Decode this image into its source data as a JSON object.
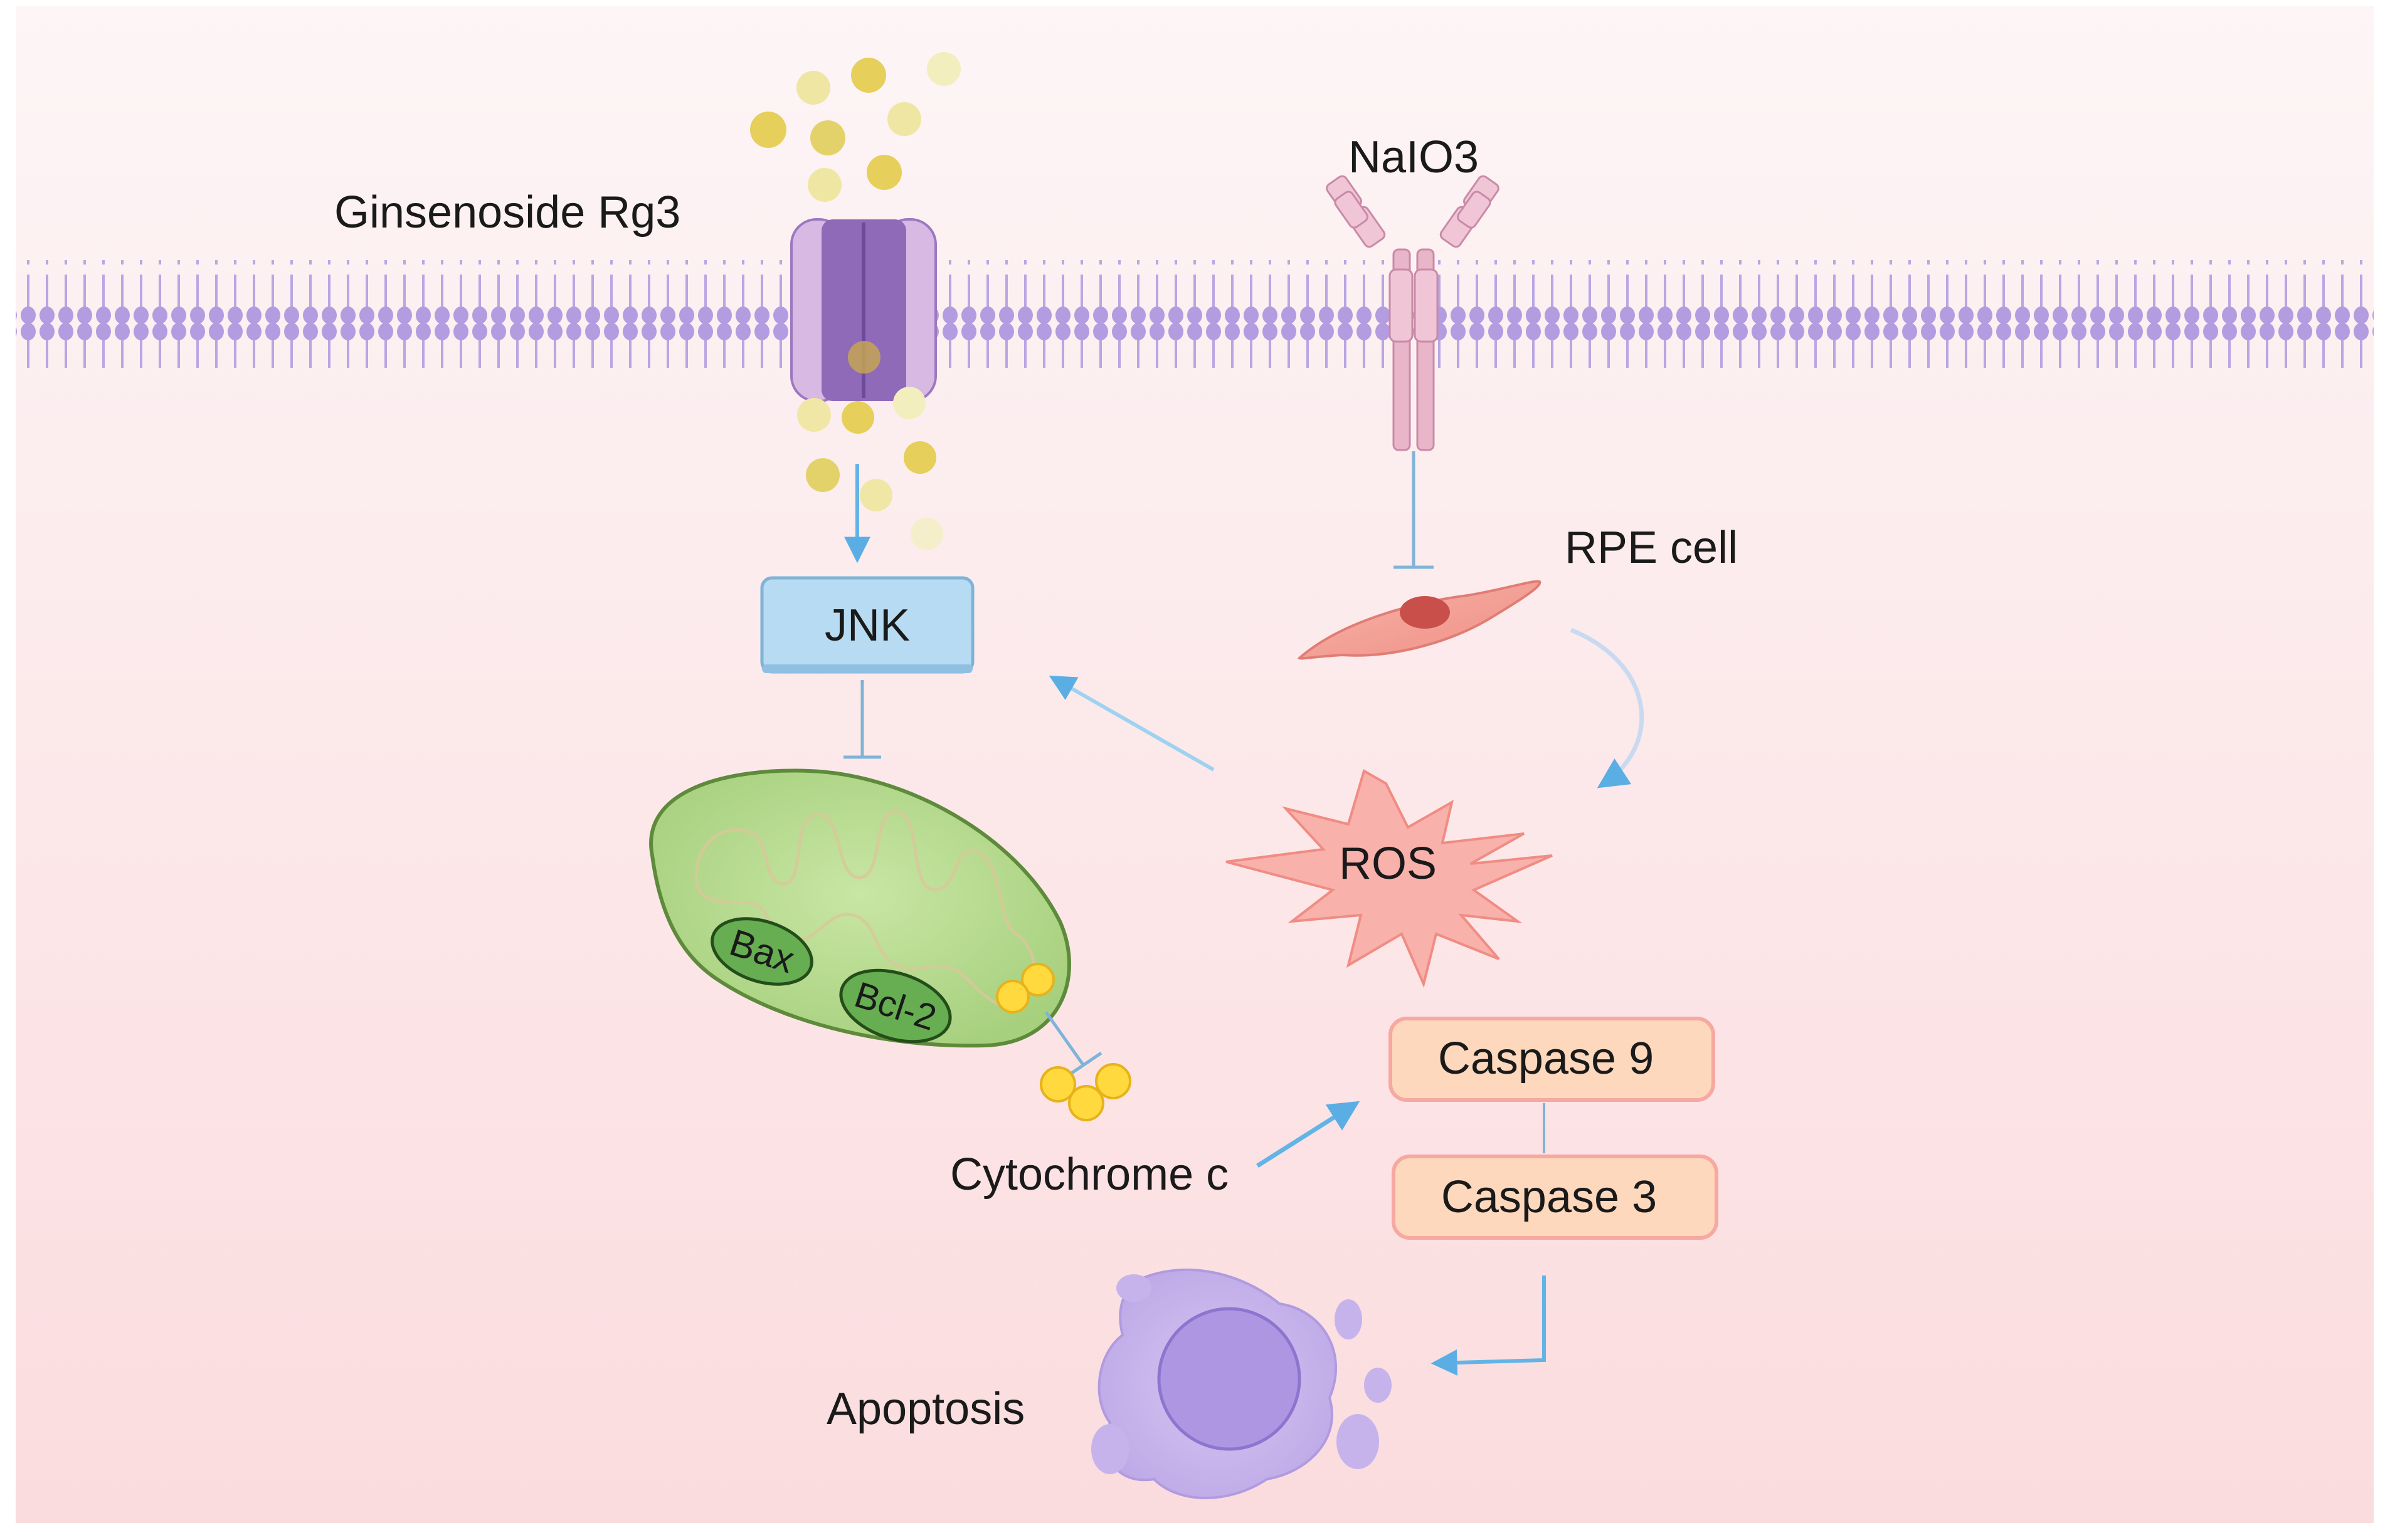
{
  "labels": {
    "ginsenoside": "Ginsenoside Rg3",
    "naio3": "NaIO3",
    "rpe_cell": "RPE cell",
    "jnk": "JNK",
    "ros": "ROS",
    "bax": "Bax",
    "bcl2": "Bcl-2",
    "cytochrome_c": "Cytochrome c",
    "caspase9": "Caspase 9",
    "caspase3": "Caspase 3",
    "apoptosis": "Apoptosis"
  },
  "colors": {
    "background_top": "#fdf3f4",
    "background_bottom": "#fbdcde",
    "membrane": "#b9a6e3",
    "channel": "#c6a7d8",
    "channel_core": "#8e6ab8",
    "receptor": "#e8b6c8",
    "molecule": "#e6cf5a",
    "jnk_box": "#b7dbf2",
    "jnk_border": "#7fb3d8",
    "mitochondria": "#b3d88c",
    "mito_border": "#5e8a3b",
    "bax_bcl2": "#66ae51",
    "cytochrome": "#ffd93d",
    "ros_star": "#f8b1ab",
    "caspase_box": "#fdd8bd",
    "caspase_border": "#f6a8a1",
    "rpe_cell": "#f3a096",
    "apoptosis_cell": "#c7b3ec",
    "arrow": "#63b4e6"
  },
  "icons": [
    "ion-channel-icon",
    "receptor-icon",
    "rpe-cell-icon",
    "mitochondria-icon",
    "ros-star-icon",
    "apoptotic-cell-icon"
  ]
}
